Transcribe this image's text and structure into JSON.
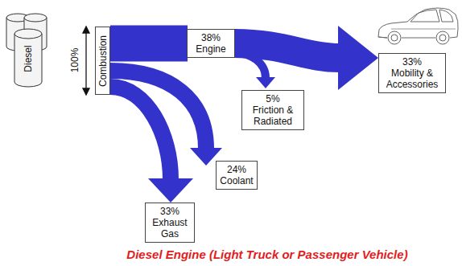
{
  "diagram": {
    "caption": "Diesel Engine (Light Truck or Passenger Vehicle)",
    "nodes": [
      {
        "text": [
          "Diesel"
        ]
      },
      {
        "text": [
          "Combustion"
        ]
      },
      {
        "text": [
          "38%",
          "Engine"
        ]
      },
      {
        "text": [
          "33%",
          "Mobility & Accessories"
        ]
      },
      {
        "text": [
          "5%",
          "Friction & Radiated"
        ]
      },
      {
        "text": [
          "24%",
          "Coolant"
        ]
      },
      {
        "text": [
          "33%",
          "Exhaust Gas"
        ]
      }
    ],
    "edges": [
      {
        "from": 1,
        "to": 2,
        "arrow": "none"
      },
      {
        "from": 2,
        "to": 3,
        "arrow": "to"
      },
      {
        "from": 2,
        "to": 4,
        "arrow": "to"
      },
      {
        "from": 1,
        "to": 5,
        "arrow": "to"
      },
      {
        "from": 1,
        "to": 6,
        "arrow": "to"
      }
    ],
    "labels": [
      "100%"
    ]
  }
}
